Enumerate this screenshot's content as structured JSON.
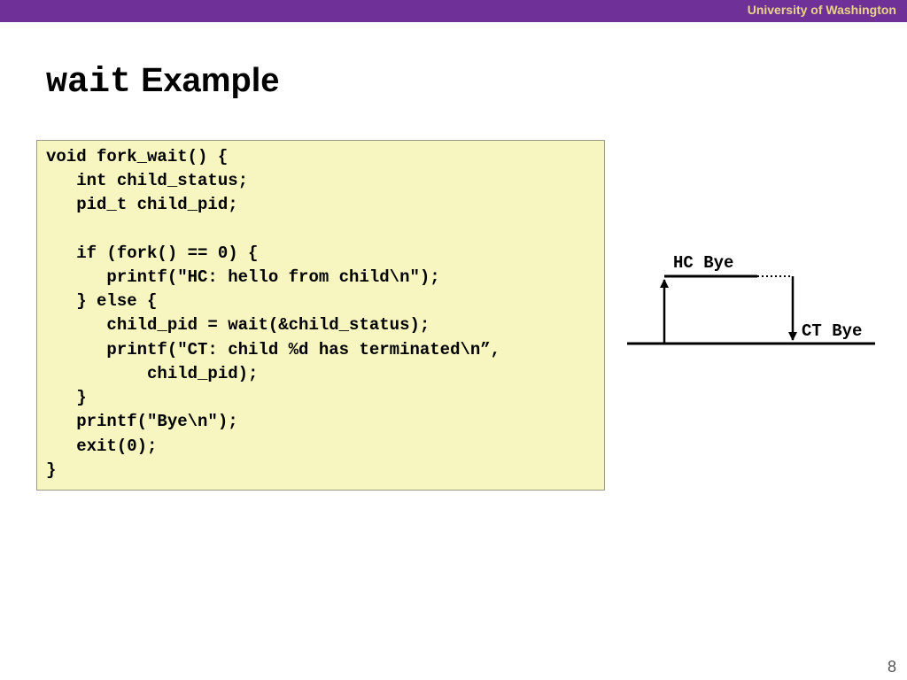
{
  "header": {
    "organization": "University of Washington"
  },
  "slide": {
    "title_code": "wait",
    "title_text": "Example",
    "page_number": "8"
  },
  "code": {
    "lines": [
      "void fork_wait() {",
      "   int child_status;",
      "   pid_t child_pid;",
      "",
      "   if (fork() == 0) {",
      "      printf(\"HC: hello from child\\n\");",
      "   } else {",
      "      child_pid = wait(&child_status);",
      "      printf(\"CT: child %d has terminated\\n”,",
      "          child_pid);",
      "   }",
      "   printf(\"Bye\\n\");",
      "   exit(0);",
      "}"
    ]
  },
  "diagram": {
    "child_label": "HC Bye",
    "parent_label": "CT Bye"
  },
  "colors": {
    "header_bar": "#6f3197",
    "header_text": "#e8d48a",
    "code_background": "#f7f5c0"
  }
}
